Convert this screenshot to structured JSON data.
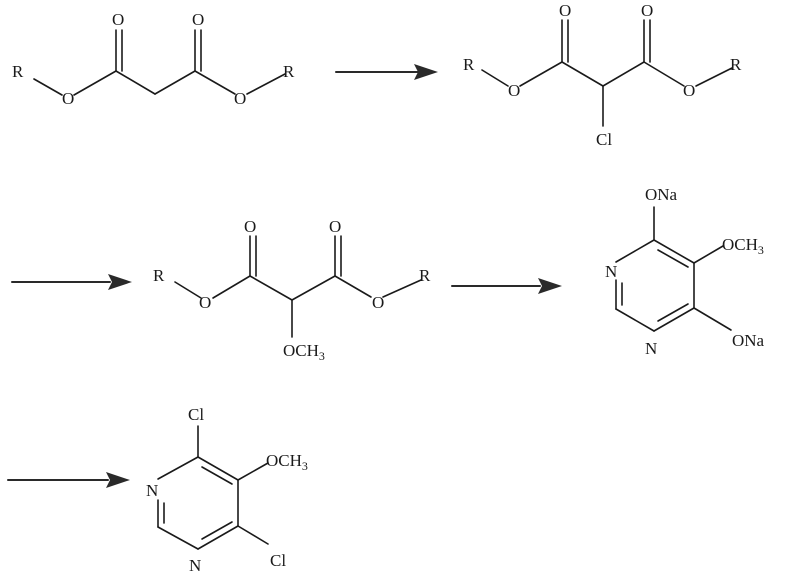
{
  "atoms": {
    "r": "R",
    "o": "O",
    "cl": "Cl",
    "n": "N",
    "ona": "ONa",
    "och": "OCH",
    "three": "3"
  }
}
